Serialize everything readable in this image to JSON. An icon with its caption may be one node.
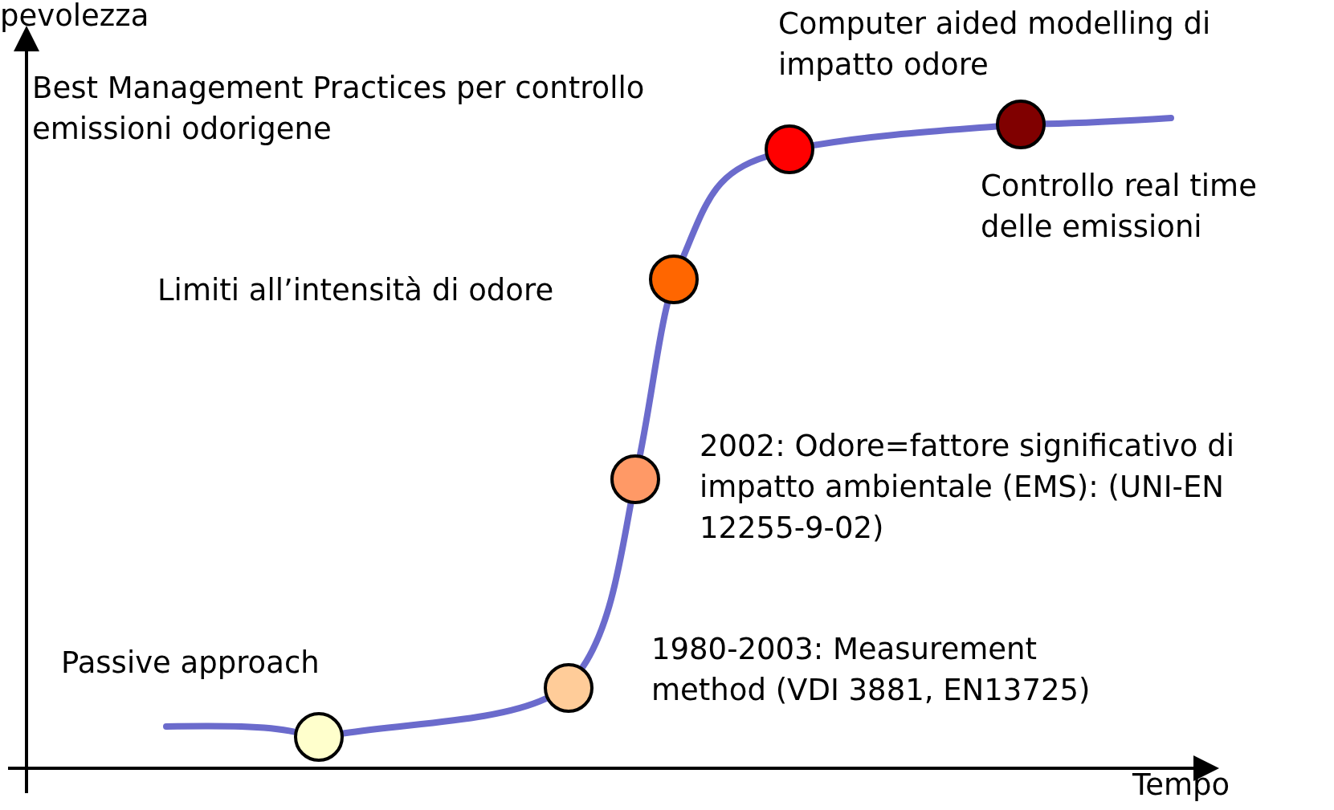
{
  "diagram": {
    "nodes": [
      {
        "text": [],
        "shape": "circle",
        "beside": [
          "Passive approach"
        ]
      },
      {
        "text": [],
        "shape": "circle",
        "beside": [
          "1980-2003: Measurement method (VDI 3881, EN13725)"
        ]
      },
      {
        "text": [],
        "shape": "circle",
        "beside": [
          "2002: Odore=fattore significativo di impatto ambientale (EMS): (UNI-EN 12255-9-02)"
        ]
      },
      {
        "text": [],
        "shape": "circle",
        "beside": [
          "Limiti all’intensità di odore"
        ]
      },
      {
        "text": [],
        "shape": "circle"
      },
      {
        "text": [],
        "shape": "circle",
        "beside": [
          "Computer aided modelling di impatto odore",
          "Controllo real time delle emissioni"
        ]
      }
    ],
    "edges": [
      {
        "from": null,
        "to": 0,
        "arrow": "none"
      },
      {
        "from": 0,
        "to": 1,
        "arrow": "none"
      },
      {
        "from": 1,
        "to": 2,
        "arrow": "none"
      },
      {
        "from": 2,
        "to": 3,
        "arrow": "none"
      },
      {
        "from": 3,
        "to": 4,
        "arrow": "none"
      },
      {
        "from": 4,
        "to": 5,
        "arrow": "none"
      },
      {
        "from": 5,
        "to": null,
        "arrow": "none"
      }
    ],
    "labels": [
      "pevolezza",
      "Best Management Practices per controllo emissioni odorigene",
      "Tempo"
    ]
  }
}
